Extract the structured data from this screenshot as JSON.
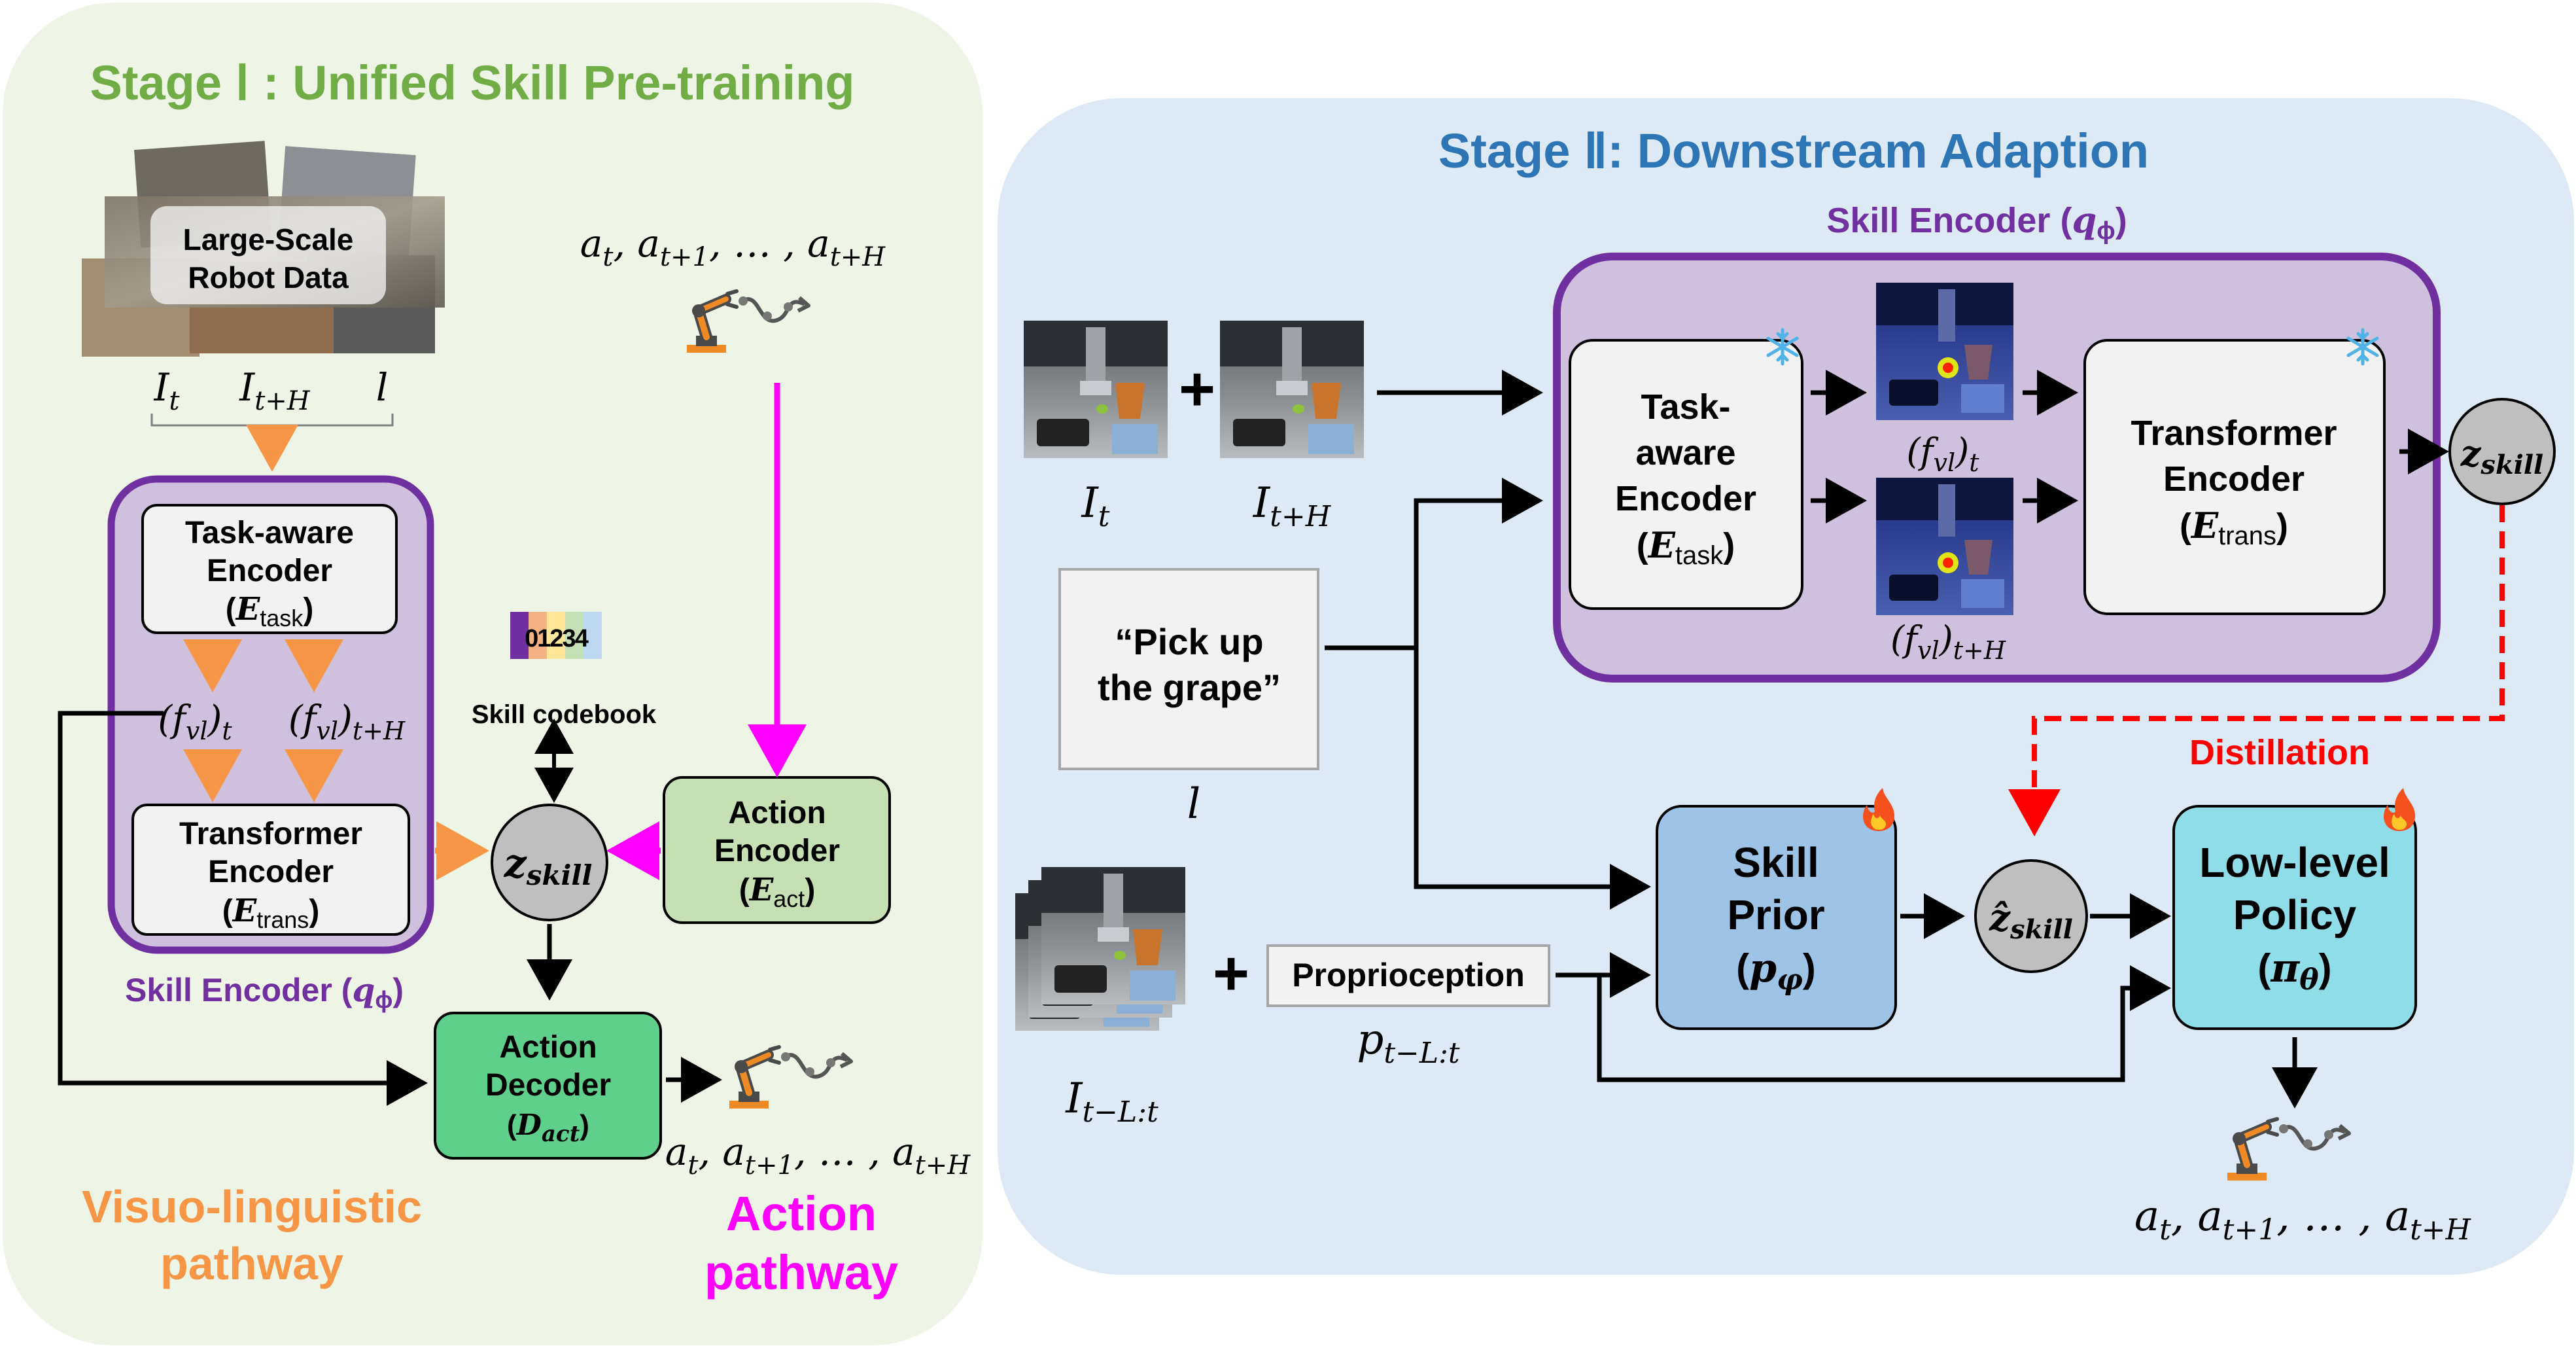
{
  "colors": {
    "stage1_bg": "#eef5e6",
    "stage2_bg": "#dde9f5",
    "stage1_title": "#70ad47",
    "stage2_title": "#2e75b6",
    "skill_encoder_purple": "#7030a0",
    "skill_encoder_fill": "#cfc1de",
    "orange_arrow": "#f79646",
    "magenta": "#ff00ff",
    "action_encoder_fill": "#c6e0b4",
    "action_decoder_fill": "#5fcf8c",
    "skill_prior_fill": "#9dc3e6",
    "low_level_fill": "#8fdde8",
    "z_circle": "#bfbfbf",
    "distill_red": "#ff0000"
  },
  "stage1": {
    "title": "Stage Ⅰ : Unified Skill Pre-training",
    "data_label_line1": "Large-Scale",
    "data_label_line2": "Robot Data",
    "input_it": "I",
    "input_it_sub": "t",
    "input_ith": "I",
    "input_ith_sub": "t+H",
    "input_l": "l",
    "task_encoder_line1": "Task-aware",
    "task_encoder_line2": "Encoder",
    "task_encoder_sym": "E",
    "task_encoder_sub": "task",
    "fvl_t": "(f",
    "fvl_t_sub": "vl",
    "fvl_t_end": ")",
    "fvl_t_sub2": "t",
    "fvl_th": "(f",
    "fvl_th_sub": "vl",
    "fvl_th_end": ")",
    "fvl_th_sub2": "t+H",
    "trans_encoder_line1": "Transformer",
    "trans_encoder_line2": "Encoder",
    "trans_encoder_sym": "E",
    "trans_encoder_sub": "trans",
    "skill_encoder_label": "Skill Encoder (",
    "skill_encoder_sym": "q",
    "skill_encoder_sub": "ϕ",
    "skill_encoder_close": ")",
    "codebook_digits": "01234",
    "codebook_colors": [
      "#7030a0",
      "#f4b183",
      "#ffe699",
      "#c5e0b4",
      "#bdd7ee"
    ],
    "codebook_label": "Skill codebook",
    "z_skill": "z",
    "z_skill_sub": "skill",
    "action_encoder_line1": "Action",
    "action_encoder_line2": "Encoder",
    "action_encoder_sym": "E",
    "action_encoder_sub": "act",
    "action_decoder_line1": "Action",
    "action_decoder_line2": "Decoder",
    "action_decoder_sym": "D",
    "action_decoder_sub": "act",
    "actions_top": "a",
    "actions_out": "a",
    "visuo_line1": "Visuo-linguistic",
    "visuo_line2": "pathway",
    "action_pathway_line1": "Action",
    "action_pathway_line2": "pathway"
  },
  "stage2": {
    "title": "Stage Ⅱ: Downstream Adaption",
    "skill_encoder_title": "Skill Encoder (",
    "skill_encoder_sym": "q",
    "skill_encoder_sub": "ϕ",
    "skill_encoder_close": ")",
    "input_it": "I",
    "input_it_sub": "t",
    "input_ith": "I",
    "input_ith_sub": "t+H",
    "plus": "+",
    "instruction_line1": "“Pick up",
    "instruction_line2": "the grape”",
    "instruction_sym": "l",
    "task_encoder_line1": "Task-",
    "task_encoder_line2": "aware",
    "task_encoder_line3": "Encoder",
    "task_encoder_sym": "E",
    "task_encoder_sub": "task",
    "fvl_t": "(f",
    "fvl_t_sub": "vl",
    "fvl_t_end": ")",
    "fvl_t_sub2": "t",
    "fvl_th": "(f",
    "fvl_th_sub": "vl",
    "fvl_th_end": ")",
    "fvl_th_sub2": "t+H",
    "trans_encoder_line1": "Transformer",
    "trans_encoder_line2": "Encoder",
    "trans_encoder_sym": "E",
    "trans_encoder_sub": "trans",
    "z_skill": "z",
    "z_skill_sub": "skill",
    "distillation": "Distillation",
    "hist_sym": "I",
    "hist_sub": "t−L:t",
    "proprio_label": "Proprioception",
    "proprio_sym": "p",
    "proprio_sub": "t−L:t",
    "skill_prior_line1": "Skill",
    "skill_prior_line2": "Prior",
    "skill_prior_sym": "p",
    "skill_prior_sub": "φ",
    "zhat_skill": "ẑ",
    "zhat_skill_sub": "skill",
    "low_level_line1": "Low-level",
    "low_level_line2": "Policy",
    "low_level_sym": "π",
    "low_level_sub": "θ",
    "actions_out": "a"
  },
  "icons": [
    "robot-arm-icon",
    "snowflake-icon",
    "fire-icon"
  ]
}
